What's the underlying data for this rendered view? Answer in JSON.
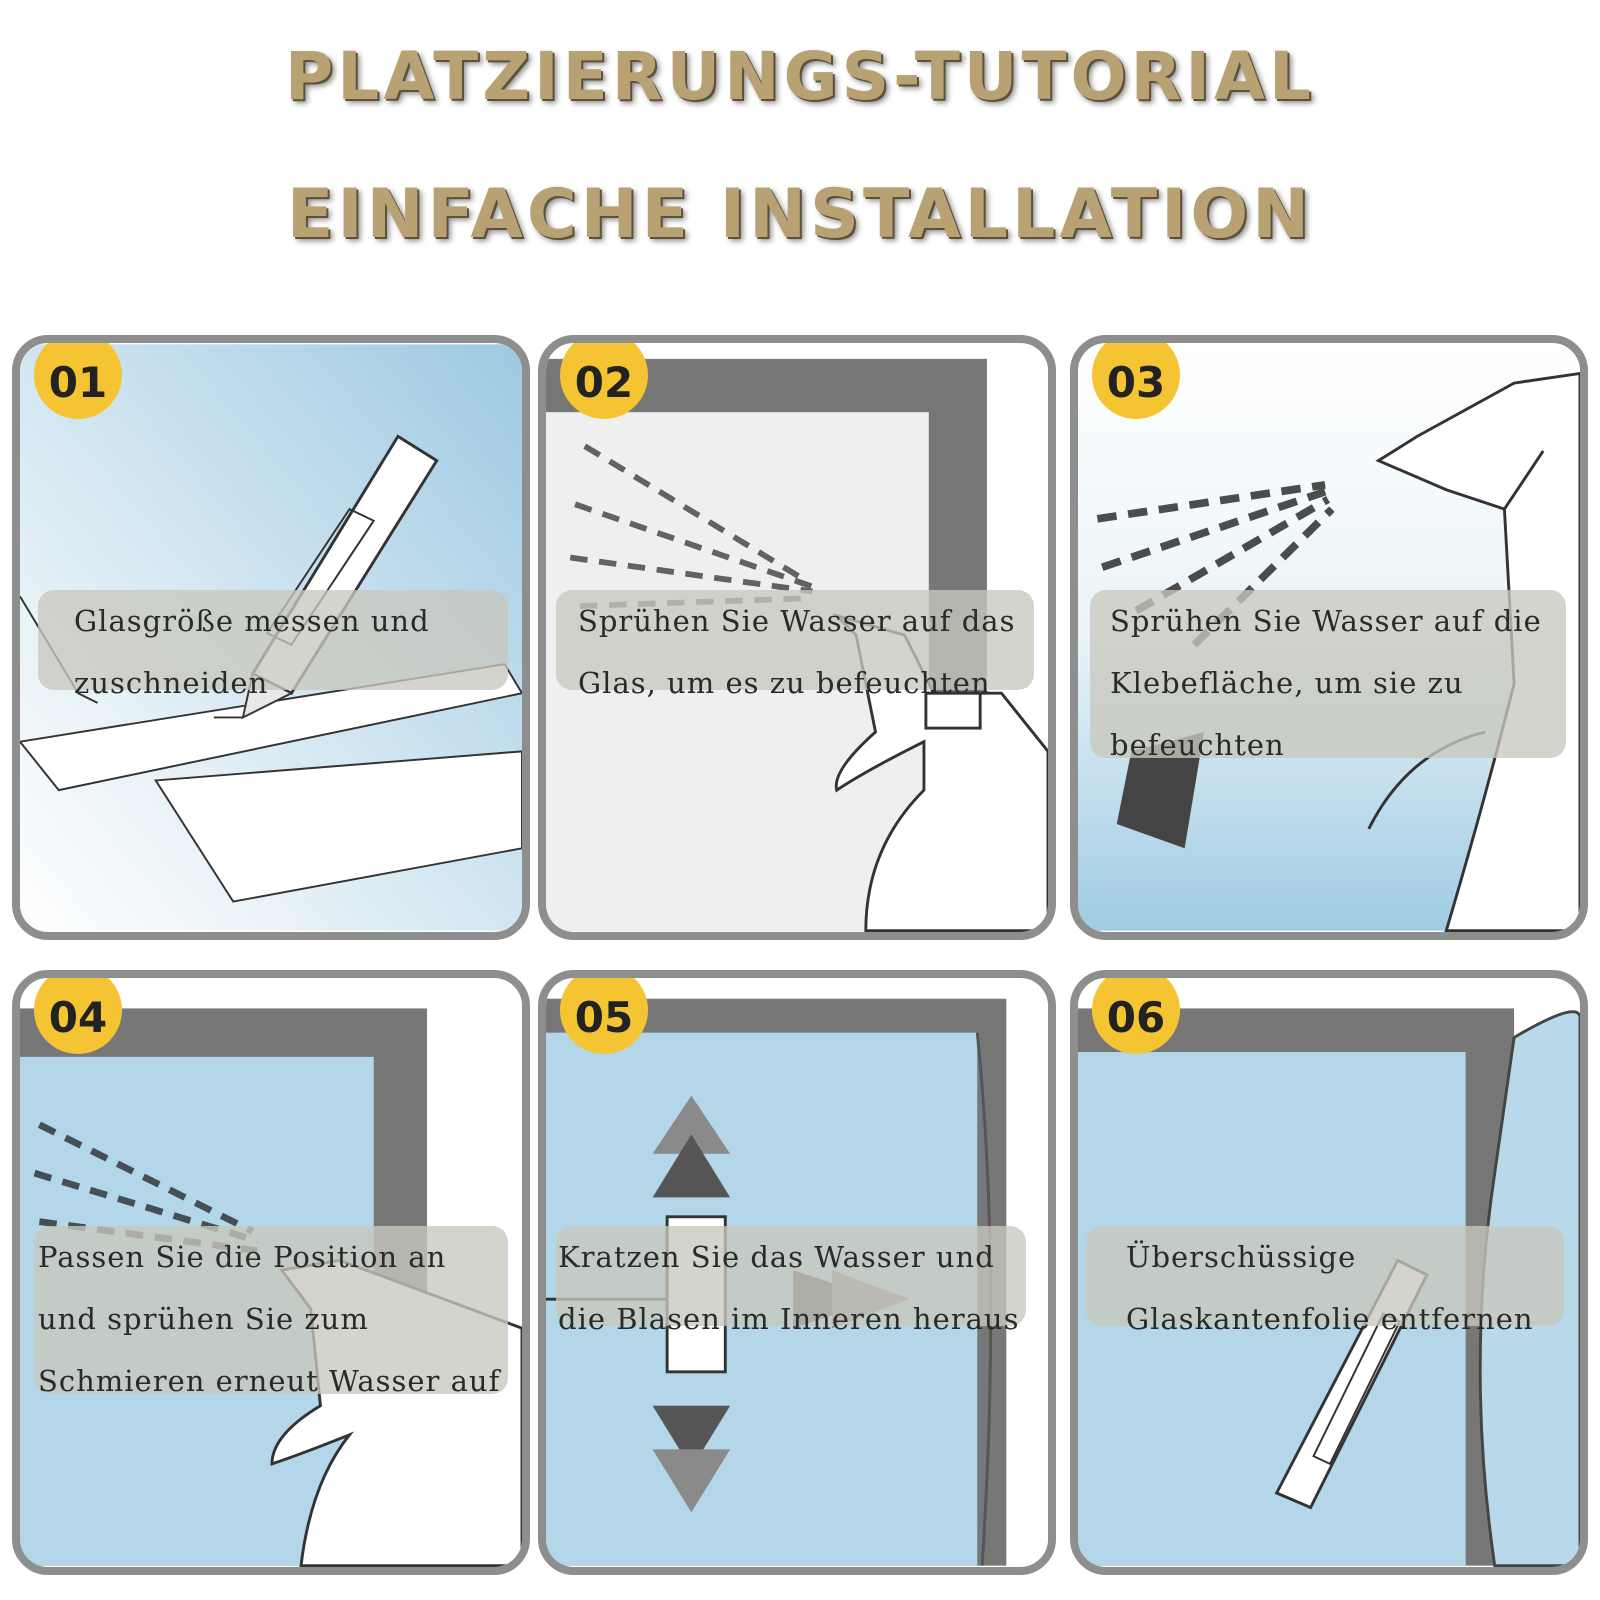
{
  "header": {
    "title_line1": "PLATZIERUNGS-TUTORIAL",
    "title_line2": "EINFACHE INSTALLATION"
  },
  "steps": [
    {
      "number": "01",
      "line1": "Glasgröße messen und",
      "line2": "zuschneiden",
      "line3": ""
    },
    {
      "number": "02",
      "line1": "Sprühen Sie Wasser auf das",
      "line2": "Glas, um es zu befeuchten",
      "line3": ""
    },
    {
      "number": "03",
      "line1": "Sprühen Sie Wasser auf die",
      "line2": "Klebefläche, um sie zu",
      "line3": "befeuchten"
    },
    {
      "number": "04",
      "line1": "Passen Sie die Position an",
      "line2": "und sprühen Sie zum",
      "line3": "Schmieren erneut Wasser auf"
    },
    {
      "number": "05",
      "line1": "Kratzen Sie das Wasser und",
      "line2": "die Blasen im Inneren heraus",
      "line3": ""
    },
    {
      "number": "06",
      "line1": "Überschüssige",
      "line2": "Glaskantenfolie entfernen",
      "line3": ""
    }
  ],
  "colors": {
    "badge": "#f4c433",
    "title_gold": "#b8a274",
    "glass_blue": "#a9cfe3",
    "frame_gray": "#777777",
    "panel_border": "#8e8e8e"
  },
  "icons": [
    "cutter-knife-icon",
    "spray-bottle-icon",
    "scraper-icon",
    "up-arrow-icon",
    "down-arrow-icon",
    "right-arrow-icon"
  ]
}
